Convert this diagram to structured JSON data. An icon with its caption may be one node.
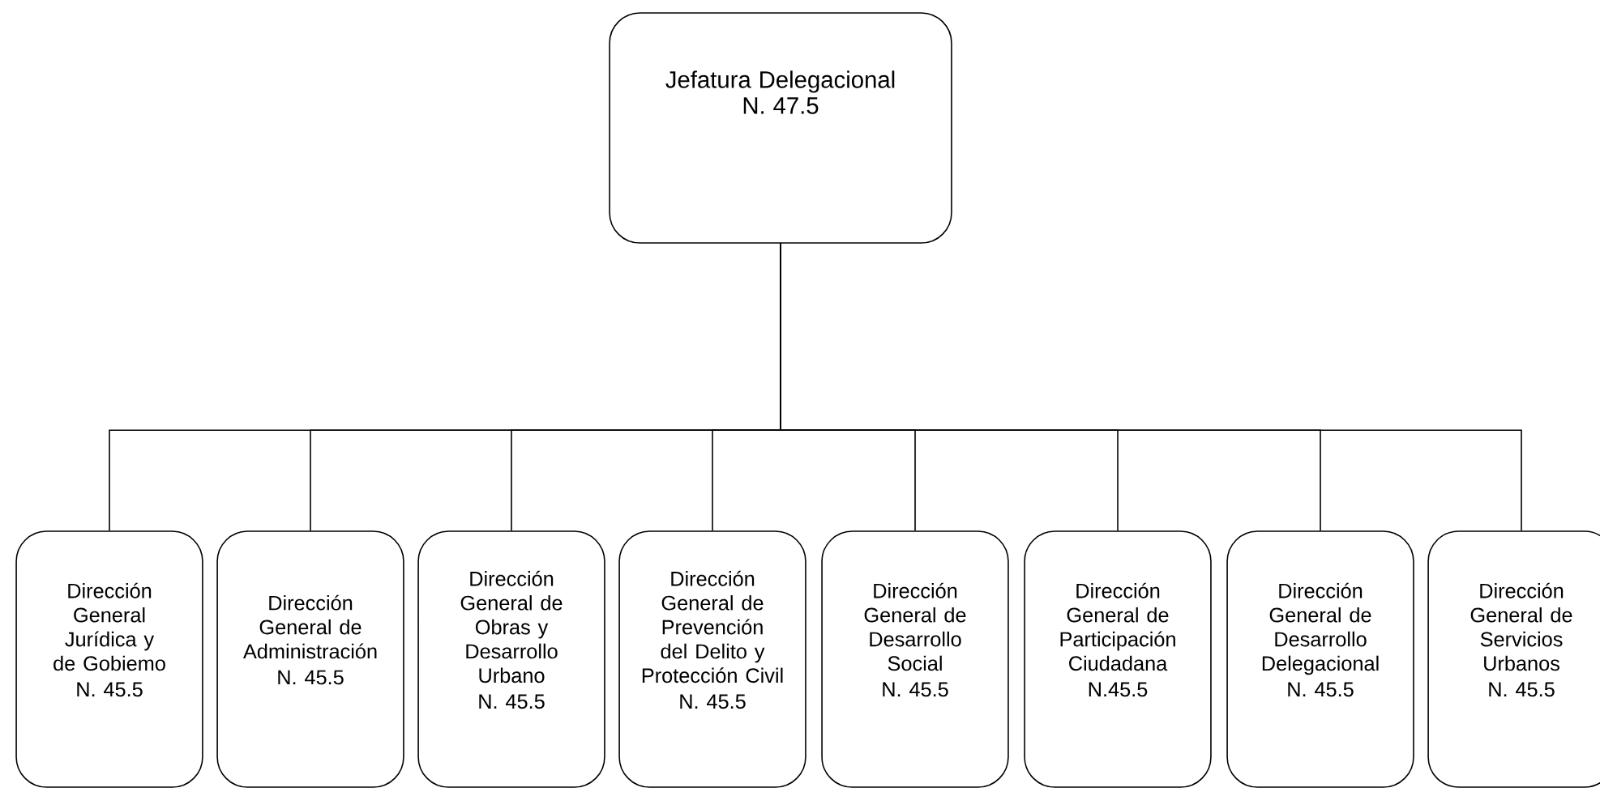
{
  "diagram": {
    "nodes": [
      {
        "text": [
          "Jefatura Delegacional",
          "N. 47.5"
        ]
      },
      {
        "text": [
          "Dirección General Jurídica y de Gobiemo",
          "N. 45.5"
        ]
      },
      {
        "text": [
          "Dirección General de Administración",
          "N. 45.5"
        ]
      },
      {
        "text": [
          "Dirección General de Obras y Desarrollo Urbano",
          "N. 45.5"
        ]
      },
      {
        "text": [
          "Dirección General de Prevención del Delito y Protección Civil",
          "N. 45.5"
        ]
      },
      {
        "text": [
          "Dirección General de Desarrollo Social",
          "N. 45.5"
        ]
      },
      {
        "text": [
          "Dirección General de Participación Ciudadana",
          "N.45.5"
        ]
      },
      {
        "text": [
          "Dirección General de Desarrollo Delegacional",
          "N. 45.5"
        ]
      },
      {
        "text": [
          "Dirección General de Servicios Urbanos",
          "N. 45.5"
        ]
      }
    ],
    "edges": [
      {
        "from": 0,
        "to": 1,
        "arrow": "none"
      },
      {
        "from": 0,
        "to": 2,
        "arrow": "none"
      },
      {
        "from": 0,
        "to": 3,
        "arrow": "none"
      },
      {
        "from": 0,
        "to": 4,
        "arrow": "none"
      },
      {
        "from": 0,
        "to": 5,
        "arrow": "none"
      },
      {
        "from": 0,
        "to": 6,
        "arrow": "none"
      },
      {
        "from": 0,
        "to": 7,
        "arrow": "none"
      },
      {
        "from": 0,
        "to": 8,
        "arrow": "none"
      }
    ]
  }
}
